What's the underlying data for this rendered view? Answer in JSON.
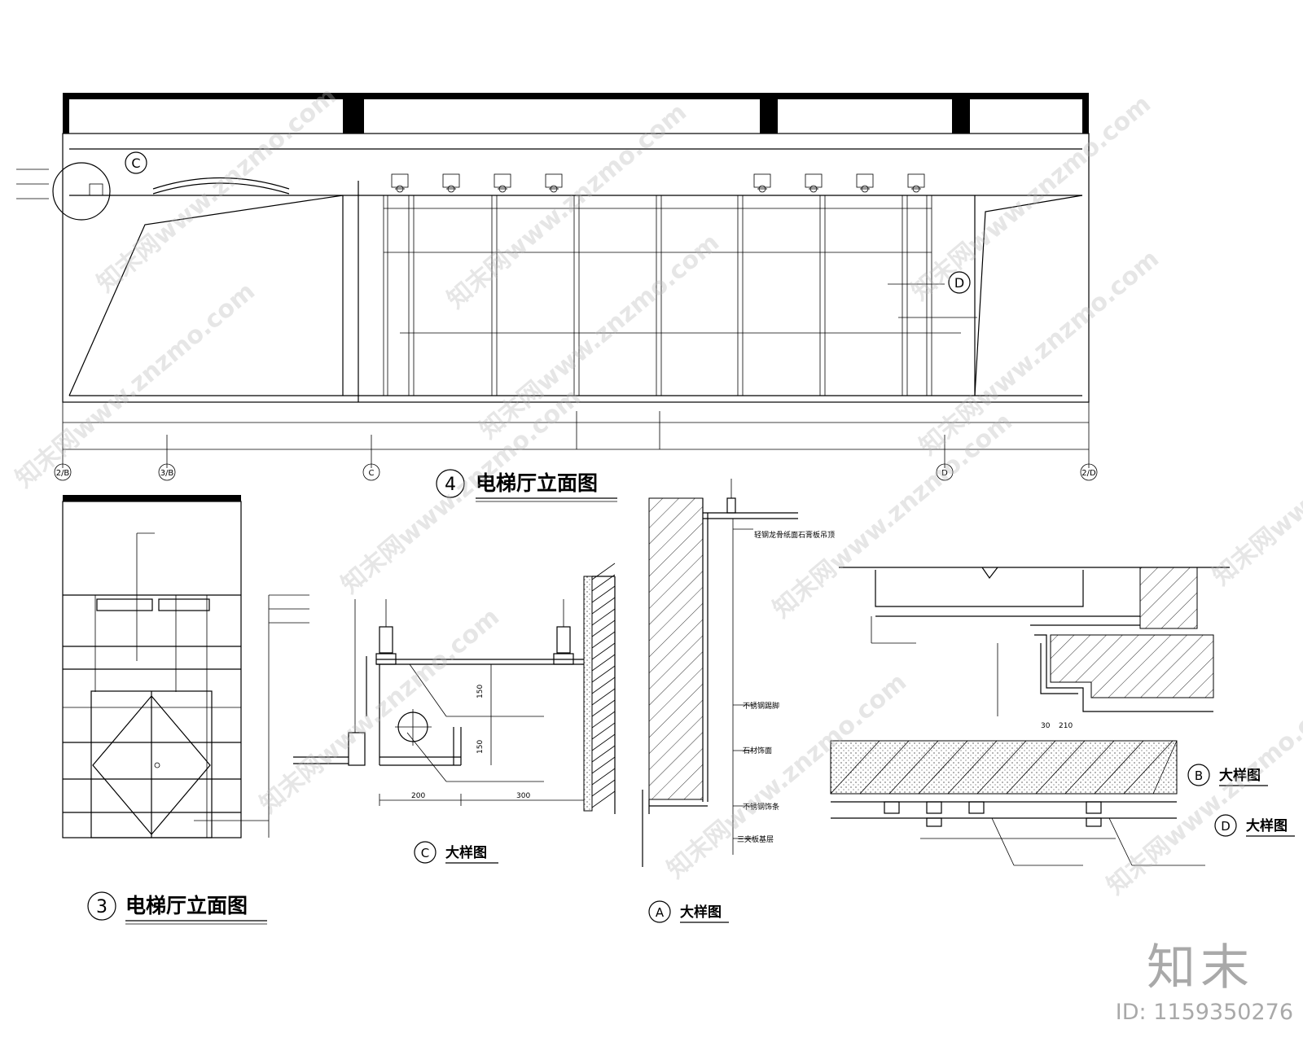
{
  "titles": {
    "elev4": {
      "num": "4",
      "text": "电梯厅立面图"
    },
    "elev3": {
      "num": "3",
      "text": "电梯厅立面图"
    },
    "detailC": {
      "num": "C",
      "text": "大样图"
    },
    "detailA": {
      "num": "A",
      "text": "大样图"
    },
    "detailB": {
      "num": "B",
      "text": "大样图"
    },
    "detailD": {
      "num": "D",
      "text": "大样图"
    }
  },
  "callouts": {
    "c_bubble": "C",
    "d_bubble": "D"
  },
  "axis_labels": [
    "2/B",
    "3/B",
    "C",
    "D",
    "2/D"
  ],
  "dims_c": {
    "v1": "150",
    "v2": "150",
    "h1": "200",
    "h2": "300"
  },
  "dims_b": {
    "a": "30",
    "b": "210"
  },
  "notes_a": {
    "n1": "轻钢龙骨纸面石膏板吊顶",
    "n2": "不锈钢踢脚",
    "n3": "石材饰面",
    "n4": "不锈钢饰条",
    "n5": "三夹板基层"
  },
  "watermark": "知末网www.znzmo.com",
  "brand": "知末",
  "image_id": "ID: 1159350276"
}
